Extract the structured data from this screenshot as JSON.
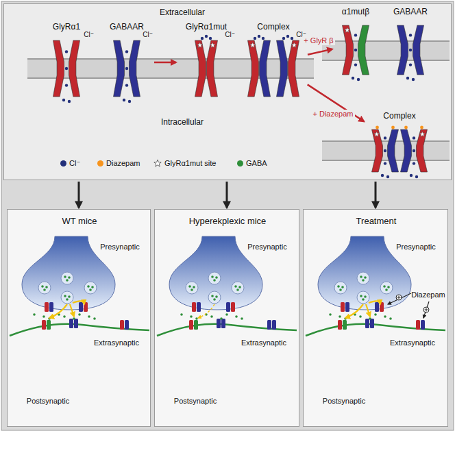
{
  "diagram": {
    "nodes": [
      {
        "text": [
          "Extracellular",
          "Intracellular"
        ]
      },
      {
        "text": [
          "GlyRα1",
          "Cl⁻"
        ],
        "in": 0
      },
      {
        "text": [
          "GABAAR",
          "Cl⁻"
        ],
        "in": 0
      },
      {
        "text": [
          "GlyRα1mut",
          "Cl⁻"
        ],
        "in": 0
      },
      {
        "text": [
          "Complex",
          "Cl⁻"
        ],
        "in": 0
      },
      {
        "text": [
          "α1mutβ"
        ],
        "in": 0
      },
      {
        "text": [
          "GABAAR"
        ],
        "in": 0
      },
      {
        "text": [
          "Complex"
        ],
        "in": 0
      },
      {
        "text": [
          "WT mice"
        ]
      },
      {
        "text": [
          "Hyperekplexic mice"
        ]
      },
      {
        "text": [
          "Treatment"
        ]
      }
    ],
    "edges": [
      {
        "from": 2,
        "to": 3,
        "arrow": "to"
      },
      {
        "from": 4,
        "to": 5,
        "label": "+ GlyR β",
        "arrow": "to"
      },
      {
        "from": 4,
        "to": 7,
        "label": "+ Diazepam",
        "arrow": "to"
      },
      {
        "from": 0,
        "to": 8,
        "arrow": "to"
      },
      {
        "from": 0,
        "to": 9,
        "arrow": "to"
      },
      {
        "from": 0,
        "to": 10,
        "arrow": "to"
      }
    ],
    "labels": [
      "Presynaptic",
      "Extrasynaptic",
      "Postsynaptic",
      "Presynaptic",
      "Extrasynaptic",
      "Postsynaptic",
      "Presynaptic",
      "Extrasynaptic",
      "Postsynaptic",
      "Diazepam"
    ],
    "legend": [
      {
        "text": "Cl⁻",
        "color": "#23307a"
      },
      {
        "text": "Diazepam",
        "color": "#f7941d"
      },
      {
        "text": "GlyRα1mut site"
      },
      {
        "text": "GABA",
        "color": "#2f8f3a"
      }
    ]
  }
}
